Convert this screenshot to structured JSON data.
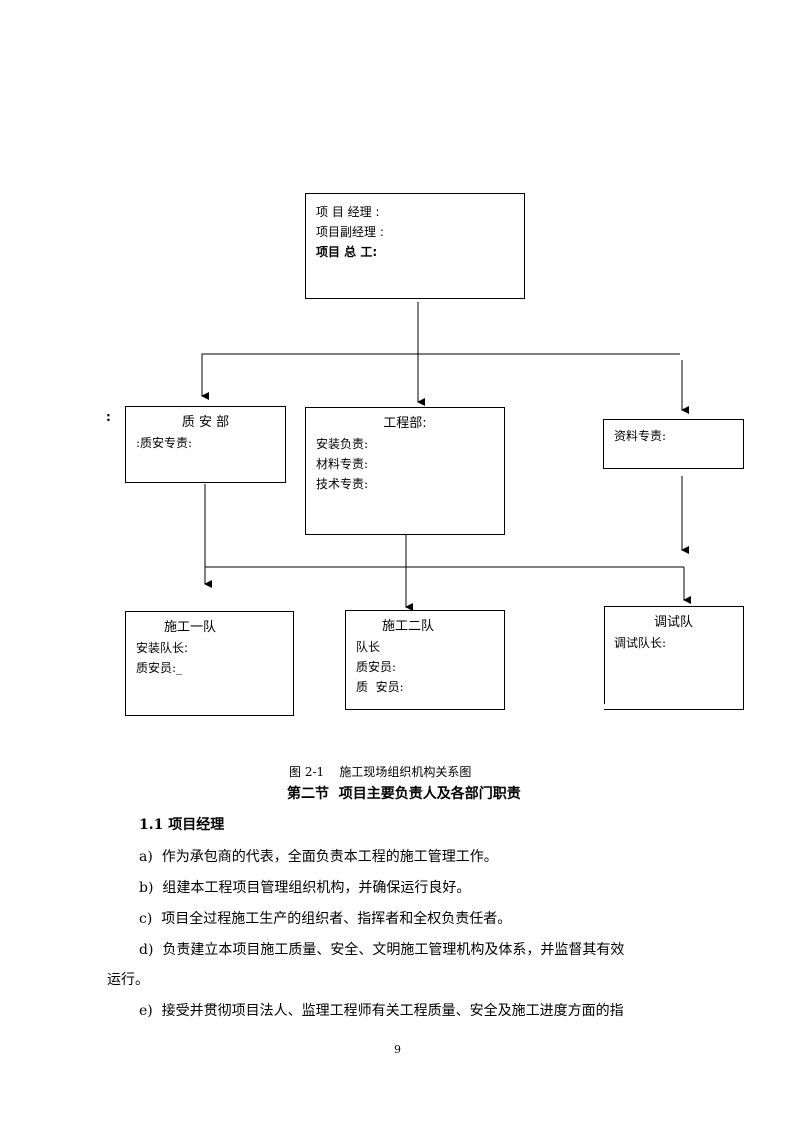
{
  "chart": {
    "top": {
      "line1": "项 目 经理 :",
      "line2": "项目副经理 :",
      "line3": "项目 总 工:"
    },
    "stray_colon": ":",
    "quality": {
      "title": "质 安 部",
      "line1": ":质安专责:"
    },
    "engineering": {
      "title": "工程部:",
      "line1": "安装负责:",
      "line2": "材料专责:",
      "line3": "技术专责:"
    },
    "documents": {
      "line1": "资料专责:"
    },
    "team1": {
      "title": "施工一队",
      "line1": "安装队长:",
      "line2": "质安员:_"
    },
    "team2": {
      "title": "施工二队",
      "line1": "队长",
      "line2": "质安员:",
      "line3": "质  安员:"
    },
    "commission": {
      "title": "调试队",
      "line1": "调试队长:"
    }
  },
  "caption": "图 2-1    施工现场组织机构关系图",
  "section_title": "第二节  项目主要负责人及各部门职责",
  "subsection": "1.1 项目经理",
  "paragraphs": {
    "a": "a)  作为承包商的代表，全面负责本工程的施工管理工作。",
    "b": "b)  组建本工程项目管理组织机构，并确保运行良好。",
    "c": "c)  项目全过程施工生产的组织者、指挥者和全权负责任者。",
    "d1": "d)  负责建立本项目施工质量、安全、文明施工管理机构及体系，并监督其有效",
    "d2": "运行。",
    "e": "e)  接受并贯彻项目法人、监理工程师有关工程质量、安全及施工进度方面的指"
  },
  "page_number": "9"
}
